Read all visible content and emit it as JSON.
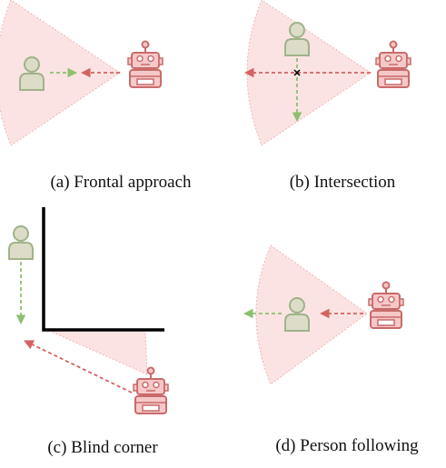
{
  "panels": [
    {
      "id": "a",
      "caption": "(a) Frontal approach"
    },
    {
      "id": "b",
      "caption": "(b) Intersection"
    },
    {
      "id": "c",
      "caption": "(c) Blind corner"
    },
    {
      "id": "d",
      "caption": "(d) Person following"
    }
  ],
  "colors": {
    "robot_stroke": "#c96b6b",
    "robot_fill": "#f6c8c8",
    "person_stroke": "#9fb38a",
    "person_fill": "#dcdcc8",
    "fov_fill": "#fbe3e3",
    "fov_stroke": "#f0b5b5",
    "robot_arrow": "#d46262",
    "person_arrow": "#8fbf72",
    "wall": "#000000"
  },
  "icons": {
    "robot": "robot-icon",
    "person": "person-icon",
    "collision_marker": "x-mark-icon"
  }
}
